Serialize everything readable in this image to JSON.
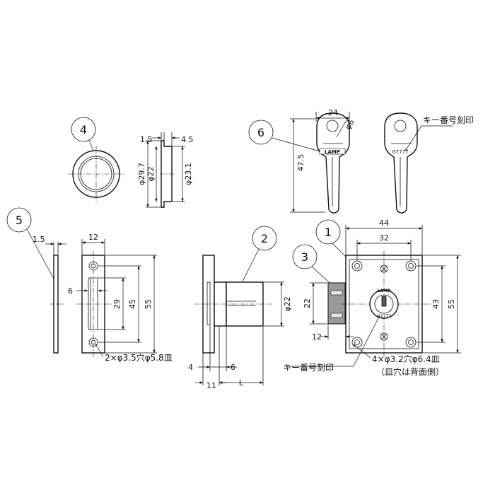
{
  "parts": {
    "p1": "1",
    "p2": "2",
    "p3": "3",
    "p4": "4",
    "p5": "5",
    "p6": "6"
  },
  "part4": {
    "d_1_5": "1.5",
    "d_4_5": "4.5",
    "d_phi29_7": "φ29.7",
    "d_phi22": "φ22",
    "d_phi23_1": "φ23.1"
  },
  "part6": {
    "d_24": "24",
    "d_phi6": "φ6",
    "d_47_5": "47.5",
    "key_brand": "LAMP",
    "key_code": "G7777",
    "key_number_note": "キー番号刻印"
  },
  "part5": {
    "d_1_5": "1.5",
    "d_12": "12",
    "d_6": "6",
    "d_29": "29",
    "d_45": "45",
    "d_55": "55",
    "hole_note": "2×φ3.5穴φ5.8皿"
  },
  "part2": {
    "d_phi22": "φ22",
    "d_4": "4",
    "d_6": "6",
    "d_11": "11",
    "d_L": "L"
  },
  "part1": {
    "d_44": "44",
    "d_32": "32",
    "d_22": "22",
    "d_43": "43",
    "d_55": "55",
    "d_12": "12",
    "cyl_brand": "LAMP",
    "cyl_code": "G7777",
    "key_number_note": "キー番号刻印",
    "hole_note": "4×φ3.2穴φ6.4皿",
    "hole_note_sub": "（皿穴は背面側）"
  }
}
